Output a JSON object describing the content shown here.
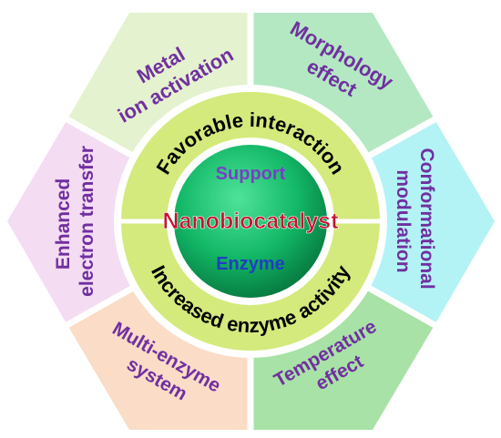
{
  "segments": [
    {
      "id": "metal",
      "lines": [
        "Metal",
        "ion activation"
      ],
      "color": "#e4f2cf"
    },
    {
      "id": "morphology",
      "lines": [
        "Morphology",
        "effect"
      ],
      "color": "#b4e8c2"
    },
    {
      "id": "conformational",
      "lines": [
        "Conformational",
        "modulation"
      ],
      "color": "#b3f3f6"
    },
    {
      "id": "temperature",
      "lines": [
        "Temperature",
        "effect"
      ],
      "color": "#a8e2a6"
    },
    {
      "id": "multienzyme",
      "lines": [
        "Multi-enzyme",
        "system"
      ],
      "color": "#fadcc7"
    },
    {
      "id": "electron",
      "lines": [
        "Enhanced",
        "electron transfer"
      ],
      "color": "#f4dcf2"
    }
  ],
  "ring": {
    "top_label": "Favorable interaction",
    "bottom_label": "Increased enzyme activity",
    "color": "#d4ea7c"
  },
  "center": {
    "support": "Support",
    "title": "Nanobiocatalyst",
    "enzyme": "Enzyme",
    "support_color": "#7a3fc4",
    "title_color": "#c8102e",
    "enzyme_color": "#1f3fbf"
  }
}
